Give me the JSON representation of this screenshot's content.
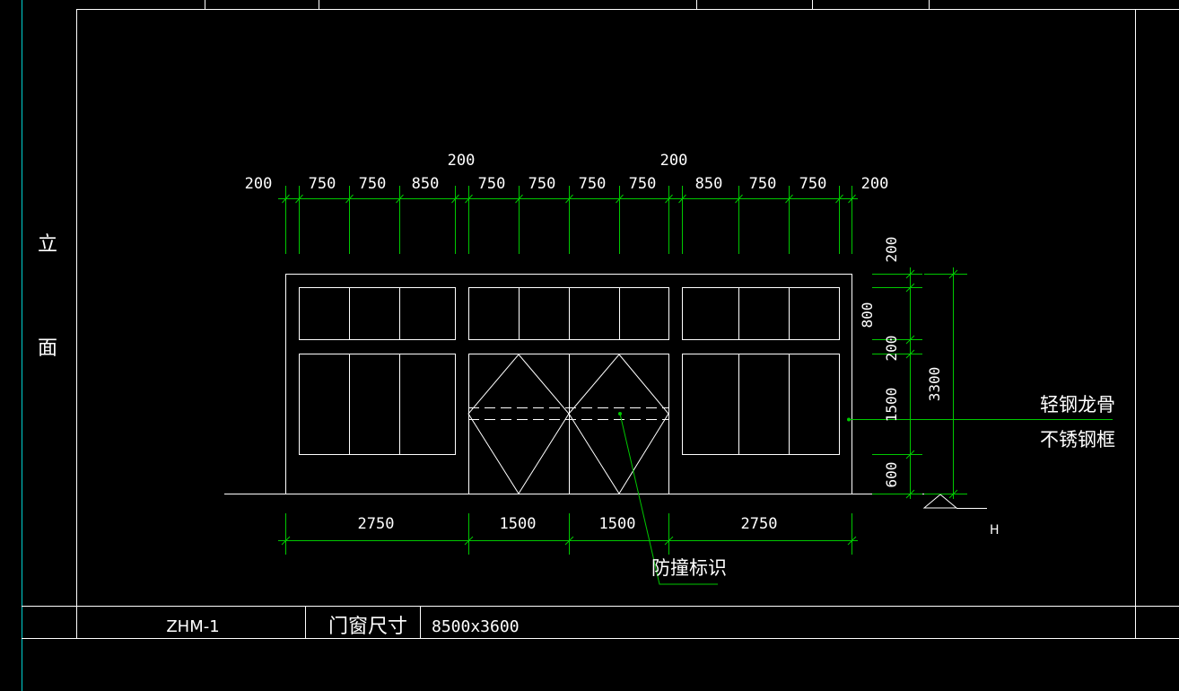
{
  "colors": {
    "background": "#000000",
    "frame": "#ffffff",
    "dimension": "#00c800",
    "accent_line": "#00d0d0",
    "text": "#ffffff"
  },
  "side_label": {
    "char_1": "立",
    "char_2": "面"
  },
  "dimensions": {
    "top_segments": [
      "200",
      "750",
      "750",
      "850",
      "750",
      "750",
      "750",
      "750",
      "850",
      "750",
      "750",
      "200"
    ],
    "top_mullions": [
      "200",
      "200"
    ],
    "bottom_segments": [
      "2750",
      "1500",
      "1500",
      "2750"
    ],
    "right_segments": [
      "200",
      "800",
      "200",
      "1500",
      "600"
    ],
    "right_total": "3300"
  },
  "annotations": {
    "frame_line_1": "轻钢龙骨",
    "frame_line_2": "不锈钢框",
    "collision_mark": "防撞标识",
    "level_mark": "H"
  },
  "title_block": {
    "code": "ZHM-1",
    "size_label": "门窗尺寸",
    "size_value": "8500x3600"
  },
  "icons": {
    "elevation_marker": "level-triangle-icon"
  }
}
